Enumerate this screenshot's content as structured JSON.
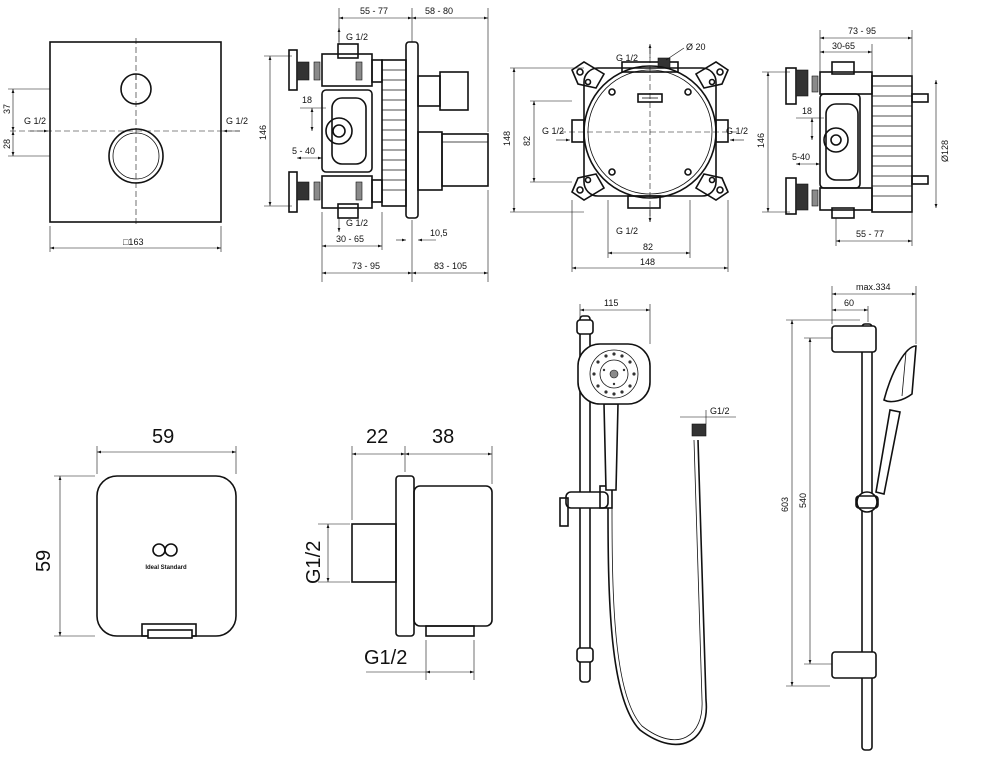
{
  "faceplate": {
    "width": "□163",
    "dim_top": "37",
    "dim_bottom": "28",
    "inlet_left": "G 1/2",
    "inlet_right": "G 1/2"
  },
  "valve_side": {
    "dim_top_left": "55 - 77",
    "dim_top_right": "58 - 80",
    "outlet_top": "G 1/2",
    "outlet_bottom": "G 1/2",
    "height": "146",
    "offset": "18",
    "depth_range": "5 - 40",
    "wall": "10,5",
    "span_a": "30 - 65",
    "span_b": "73 - 95",
    "span_c": "83 - 105"
  },
  "box_front": {
    "hole": "Ø 20",
    "port_top": "G 1/2",
    "port_left": "G 1/2",
    "port_right": "G 1/2",
    "port_bottom": "G 1/2",
    "height": "148",
    "inner": "82",
    "inner_width": "82",
    "width": "148"
  },
  "box_side": {
    "dim_top": "73 - 95",
    "dim_inner": "30-65",
    "height": "146",
    "offset": "18",
    "depth_range": "5-40",
    "diameter": "Ø128",
    "dim_bottom": "55 - 77"
  },
  "outlet_front": {
    "width": "59",
    "height": "59",
    "brand": "Ideal Standard"
  },
  "outlet_side": {
    "dim_left": "22",
    "dim_right": "38",
    "thread_side": "G1/2",
    "thread_bottom": "G1/2"
  },
  "shower_set": {
    "head_width": "115",
    "hose_thread": "G1/2"
  },
  "rail": {
    "max": "max.334",
    "offset": "60",
    "height": "603",
    "spacing": "540"
  }
}
